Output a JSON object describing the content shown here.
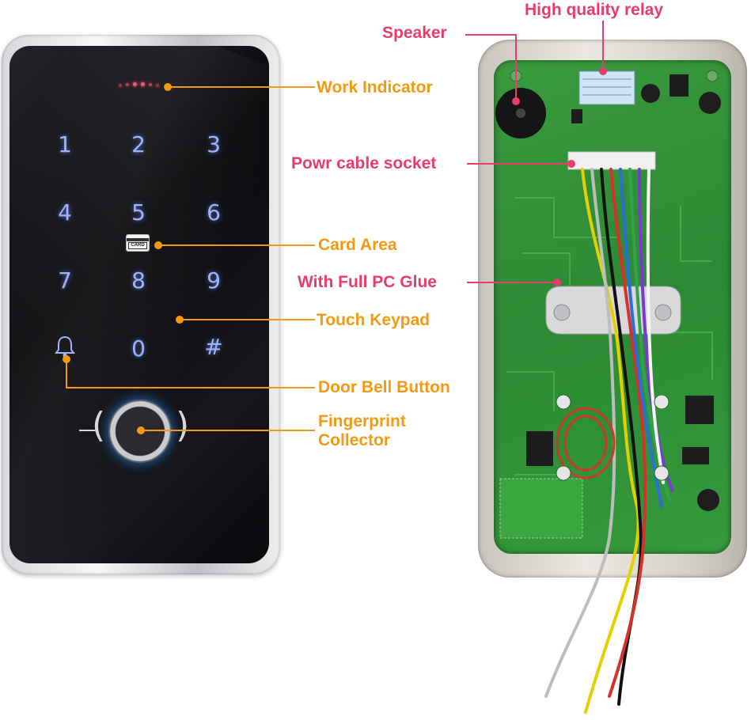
{
  "image": {
    "device": {
      "keypad_keys": [
        "1",
        "2",
        "3",
        "4",
        "5",
        "6",
        "7",
        "8",
        "9",
        "0",
        "#"
      ],
      "card_icon_label": "CARD"
    },
    "callouts_left": [
      {
        "label": "Work Indicator"
      },
      {
        "label": "Card Area"
      },
      {
        "label": "Touch Keypad"
      },
      {
        "label": "Door Bell Button"
      },
      {
        "label": "Fingerprint\nCollector"
      }
    ],
    "callouts_right": [
      {
        "label": "High quality relay"
      },
      {
        "label": "Speaker"
      },
      {
        "label": "Powr cable socket"
      },
      {
        "label": "With Full PC Glue"
      }
    ],
    "colors": {
      "left_callouts": "#f39a12",
      "right_callouts": "#e83d6b"
    }
  }
}
